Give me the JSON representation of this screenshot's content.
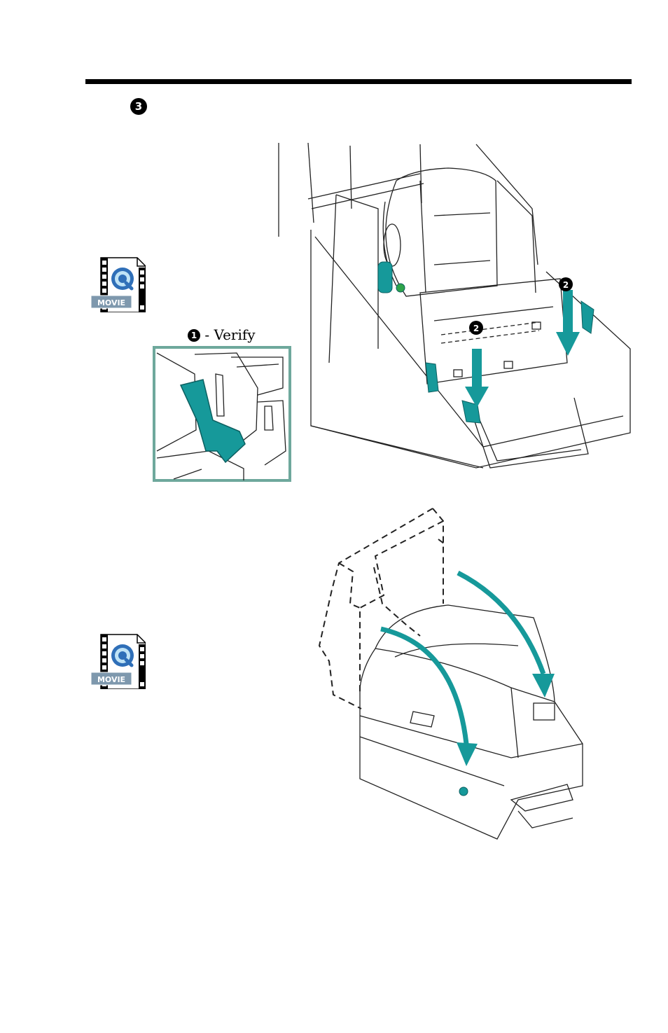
{
  "header": {
    "step_marker": "3"
  },
  "movie_icons": [
    {
      "label": "MOVIE"
    },
    {
      "label": "MOVIE"
    }
  ],
  "inset": {
    "marker": "1",
    "label": "- Verify"
  },
  "figure_top": {
    "markers": [
      "2",
      "2"
    ]
  },
  "colors": {
    "accent": "#16999a",
    "frame": "#6ea89c",
    "line": "#222222"
  }
}
